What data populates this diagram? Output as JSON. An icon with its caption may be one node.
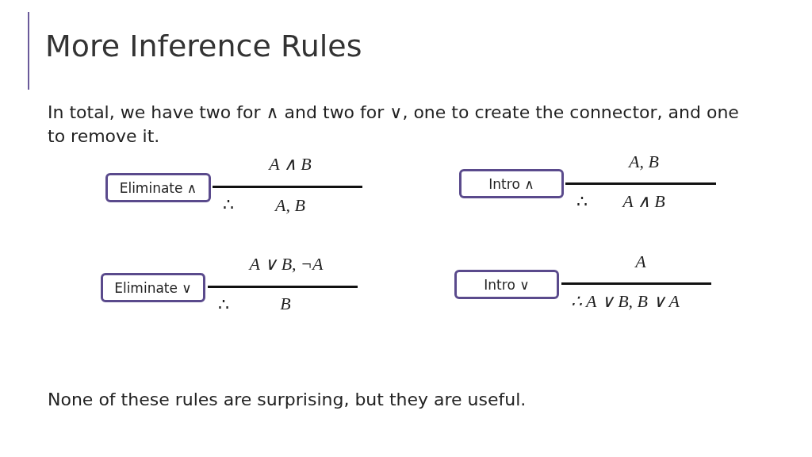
{
  "diagram": {
    "title": "More Inference Rules",
    "nodes": [
      {
        "text": [
          "Eliminate ∧"
        ]
      },
      {
        "text": [
          "Intro ∧"
        ]
      },
      {
        "text": [
          "Eliminate ∨"
        ]
      },
      {
        "text": [
          "Intro ∨"
        ]
      }
    ],
    "labels": [
      "In total, we have two for ∧ and two for ∨, one to create the connector, and one to remove it.",
      "A ∧ B",
      "A, B",
      "∴",
      "A, B",
      "∴",
      "A ∧ B",
      "A ∨ B, ¬A",
      "A",
      "∴",
      "B",
      "∴ A ∨ B, B ∨ A",
      "None of these rules are surprising, but they are useful."
    ]
  }
}
